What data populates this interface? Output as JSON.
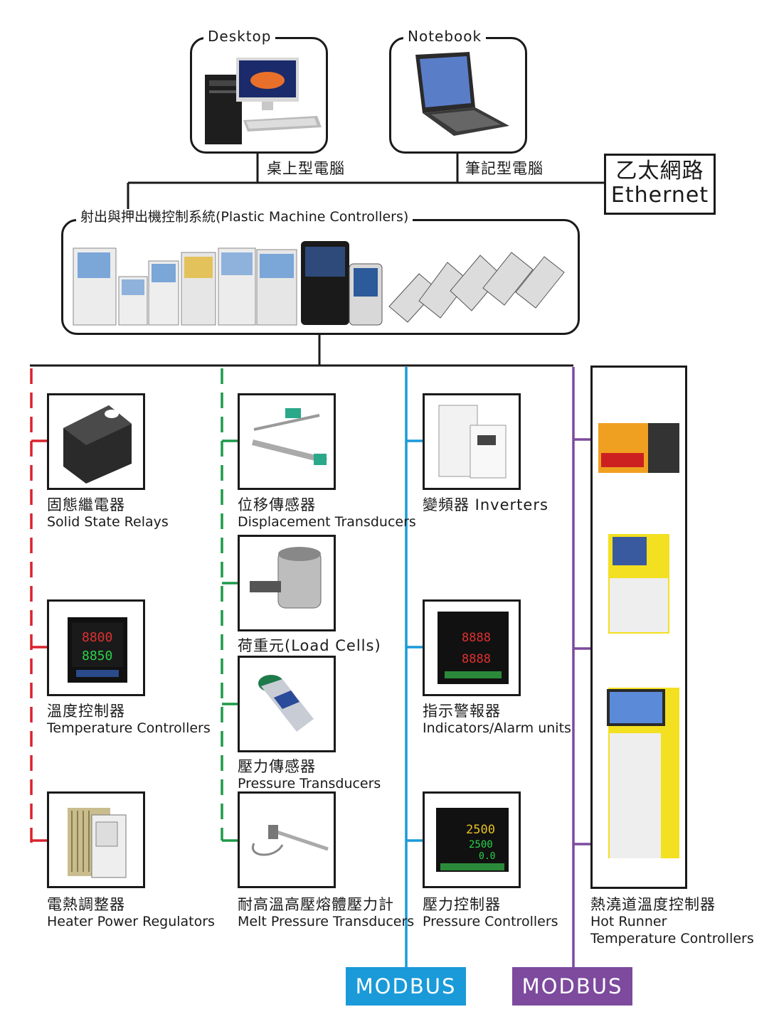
{
  "top": {
    "desktop": {
      "legend": "Desktop",
      "zh": "桌上型電腦"
    },
    "notebook": {
      "legend": "Notebook",
      "zh": "筆記型電腦"
    },
    "ethernet": {
      "zh": "乙太網路",
      "en": "Ethernet"
    }
  },
  "controllers": {
    "title": "射出與押出機控制系統(Plastic Machine Controllers)"
  },
  "columns": {
    "red": [
      {
        "zh": "固態繼電器",
        "en": "Solid State Relays",
        "icon": "solid-state-relay"
      },
      {
        "zh": "溫度控制器",
        "en": "Temperature Controllers",
        "icon": "temperature-controller"
      },
      {
        "zh": "電熱調整器",
        "en": "Heater Power Regulators",
        "icon": "heater-power-regulator"
      }
    ],
    "green": [
      {
        "zh": "位移傳感器",
        "en": "Displacement Transducers",
        "icon": "displacement-transducer"
      },
      {
        "zh": "荷重元(Load Cells)",
        "en": "",
        "icon": "load-cell"
      },
      {
        "zh": "壓力傳感器",
        "en": "Pressure Transducers",
        "icon": "pressure-transducer"
      },
      {
        "zh": "耐高溫高壓熔體壓力計",
        "en": "Melt Pressure Transducers",
        "icon": "melt-pressure-transducer"
      }
    ],
    "blue": [
      {
        "zh": "變頻器 Inverters",
        "en": "",
        "icon": "inverter"
      },
      {
        "zh": "指示警報器",
        "en": "Indicators/Alarm units",
        "icon": "indicator"
      },
      {
        "zh": "壓力控制器",
        "en": "Pressure Controllers",
        "icon": "pressure-controller"
      }
    ],
    "purple": {
      "zh": "熱澆道溫度控制器",
      "en1": "Hot Runner",
      "en2": "Temperature Controllers"
    }
  },
  "indicator_display": {
    "top": "8888",
    "bottom": "8888"
  },
  "temp_display": {
    "pv": "8800",
    "sv": "8850"
  },
  "pressure_display": {
    "a": "2500",
    "b": "2500",
    "c": "0.0"
  },
  "modbus": {
    "blue_label": "MODBUS",
    "purple_label": "MODBUS"
  },
  "colors": {
    "red": "#d9232e",
    "green": "#1d9a48",
    "blue": "#1a9ad8",
    "purple": "#7d4a9e",
    "line": "#1a1a1a"
  }
}
